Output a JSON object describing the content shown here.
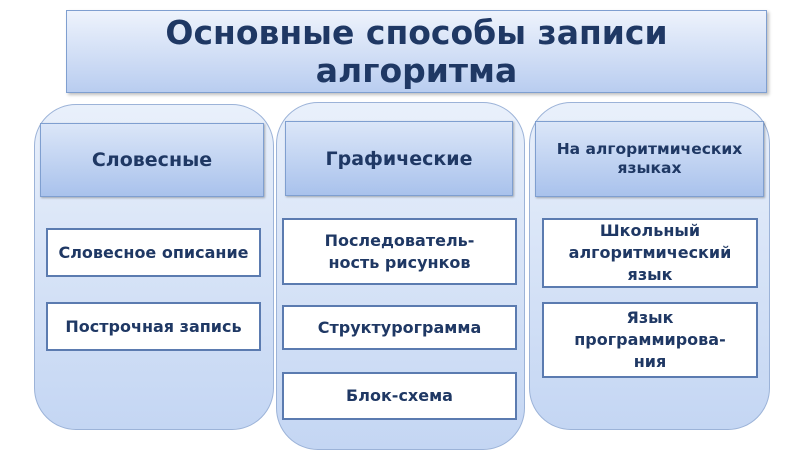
{
  "title": "Основные способы записи алгоритма",
  "columns": [
    {
      "header": "Словесные",
      "items": [
        "Словесное описание",
        "Построчная запись"
      ]
    },
    {
      "header": "Графические",
      "items": [
        "Последователь-ность рисунков",
        "Структурограмма",
        "Блок-схема"
      ]
    },
    {
      "header": "На алгоритмических языках",
      "items": [
        "Школьный алгоритмический язык",
        "Язык программирова-ния"
      ]
    }
  ]
}
